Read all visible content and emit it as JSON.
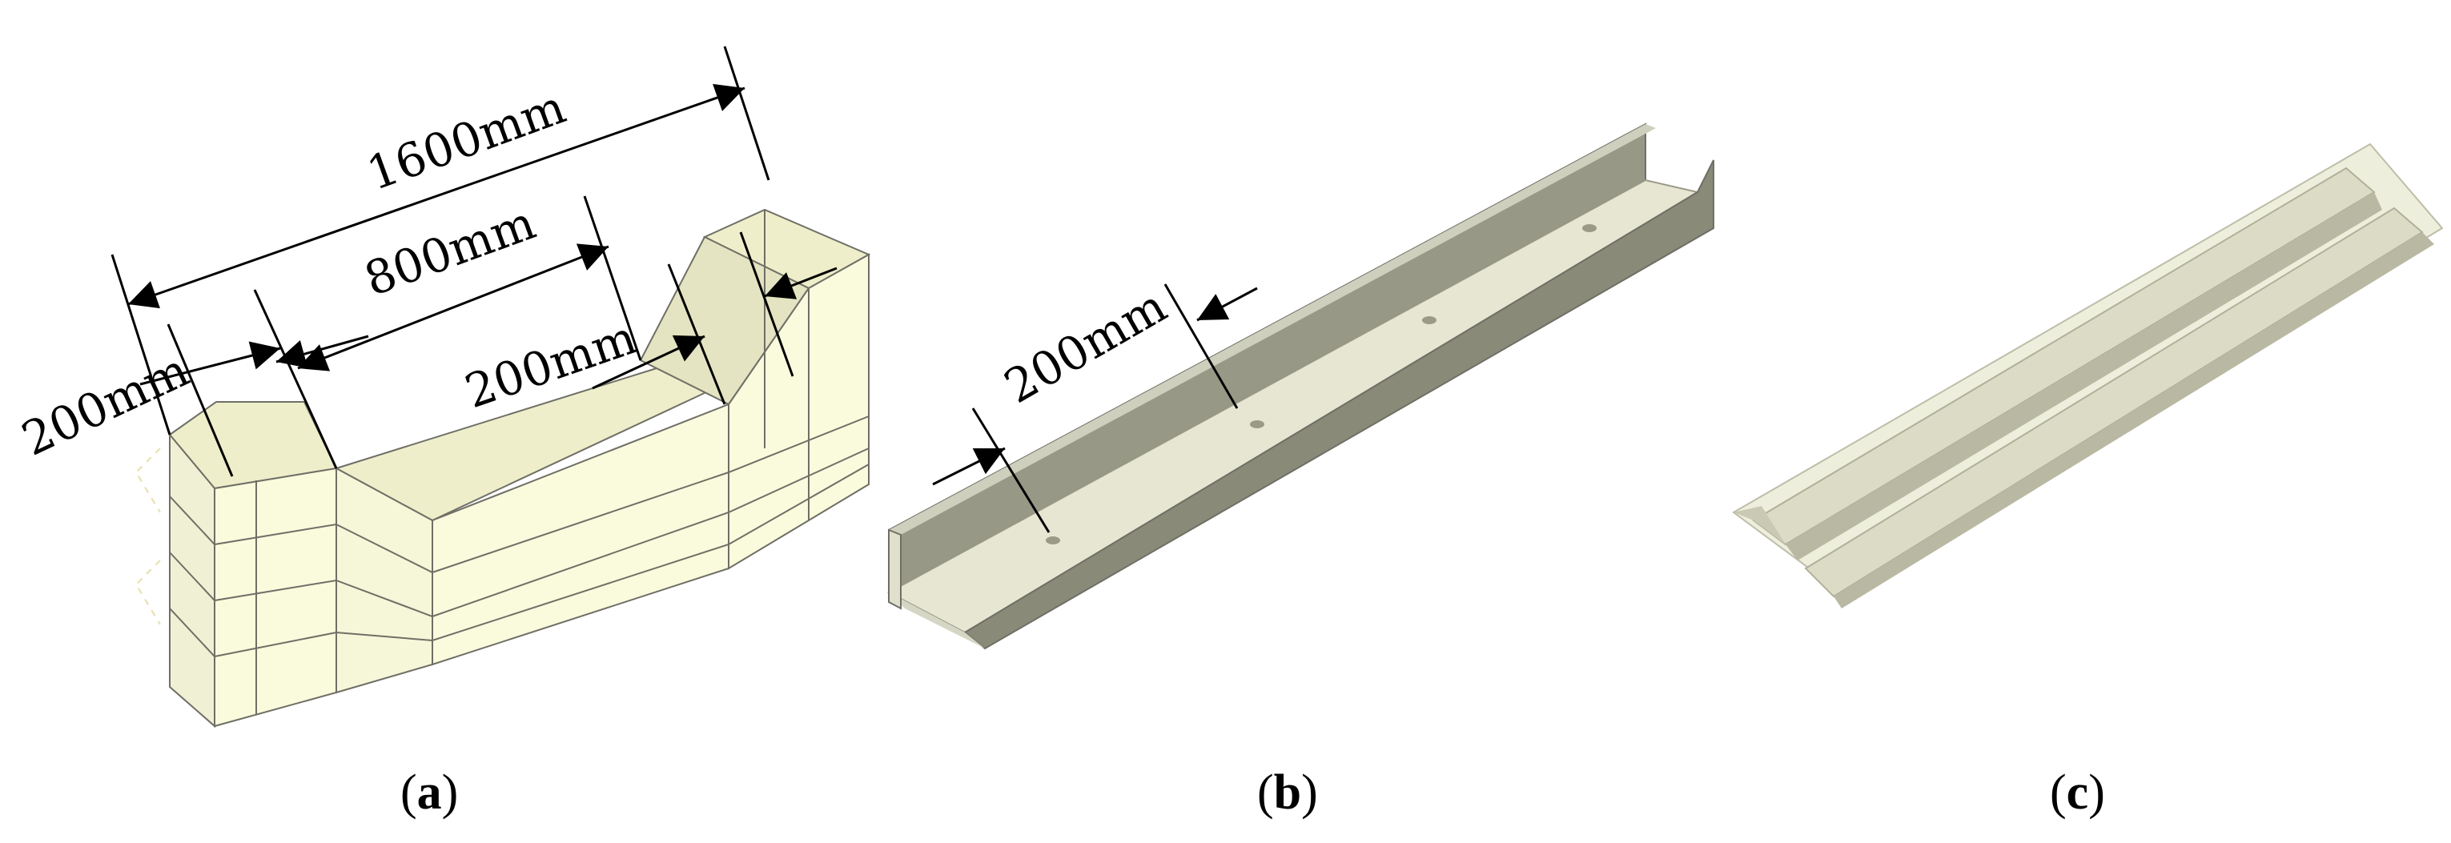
{
  "panels": [
    {
      "id": "a",
      "caption": {
        "open": "(",
        "letter": "a",
        "close": ")"
      },
      "dimensions": {
        "overall": "1600mm",
        "middle": "800mm",
        "left_block": "200mm",
        "right_block": "200mm"
      }
    },
    {
      "id": "b",
      "caption": {
        "open": "(",
        "letter": "b",
        "close": ")"
      },
      "dimensions": {
        "width": "200mm"
      }
    },
    {
      "id": "c",
      "caption": {
        "open": "(",
        "letter": "c",
        "close": ")"
      }
    }
  ],
  "colors": {
    "block_front": "#fafadd",
    "block_top": "#eeeecb",
    "block_side": "#e2e2bd",
    "grid_line": "#6f6f66",
    "channel_light": "#e6e6d3",
    "channel_wall": "#989887",
    "channel_dark": "#8a8a79",
    "sheet_light": "#eeeedc",
    "sheet_mid": "#dcdcc6",
    "sheet_shadow": "#b9b9a3"
  }
}
